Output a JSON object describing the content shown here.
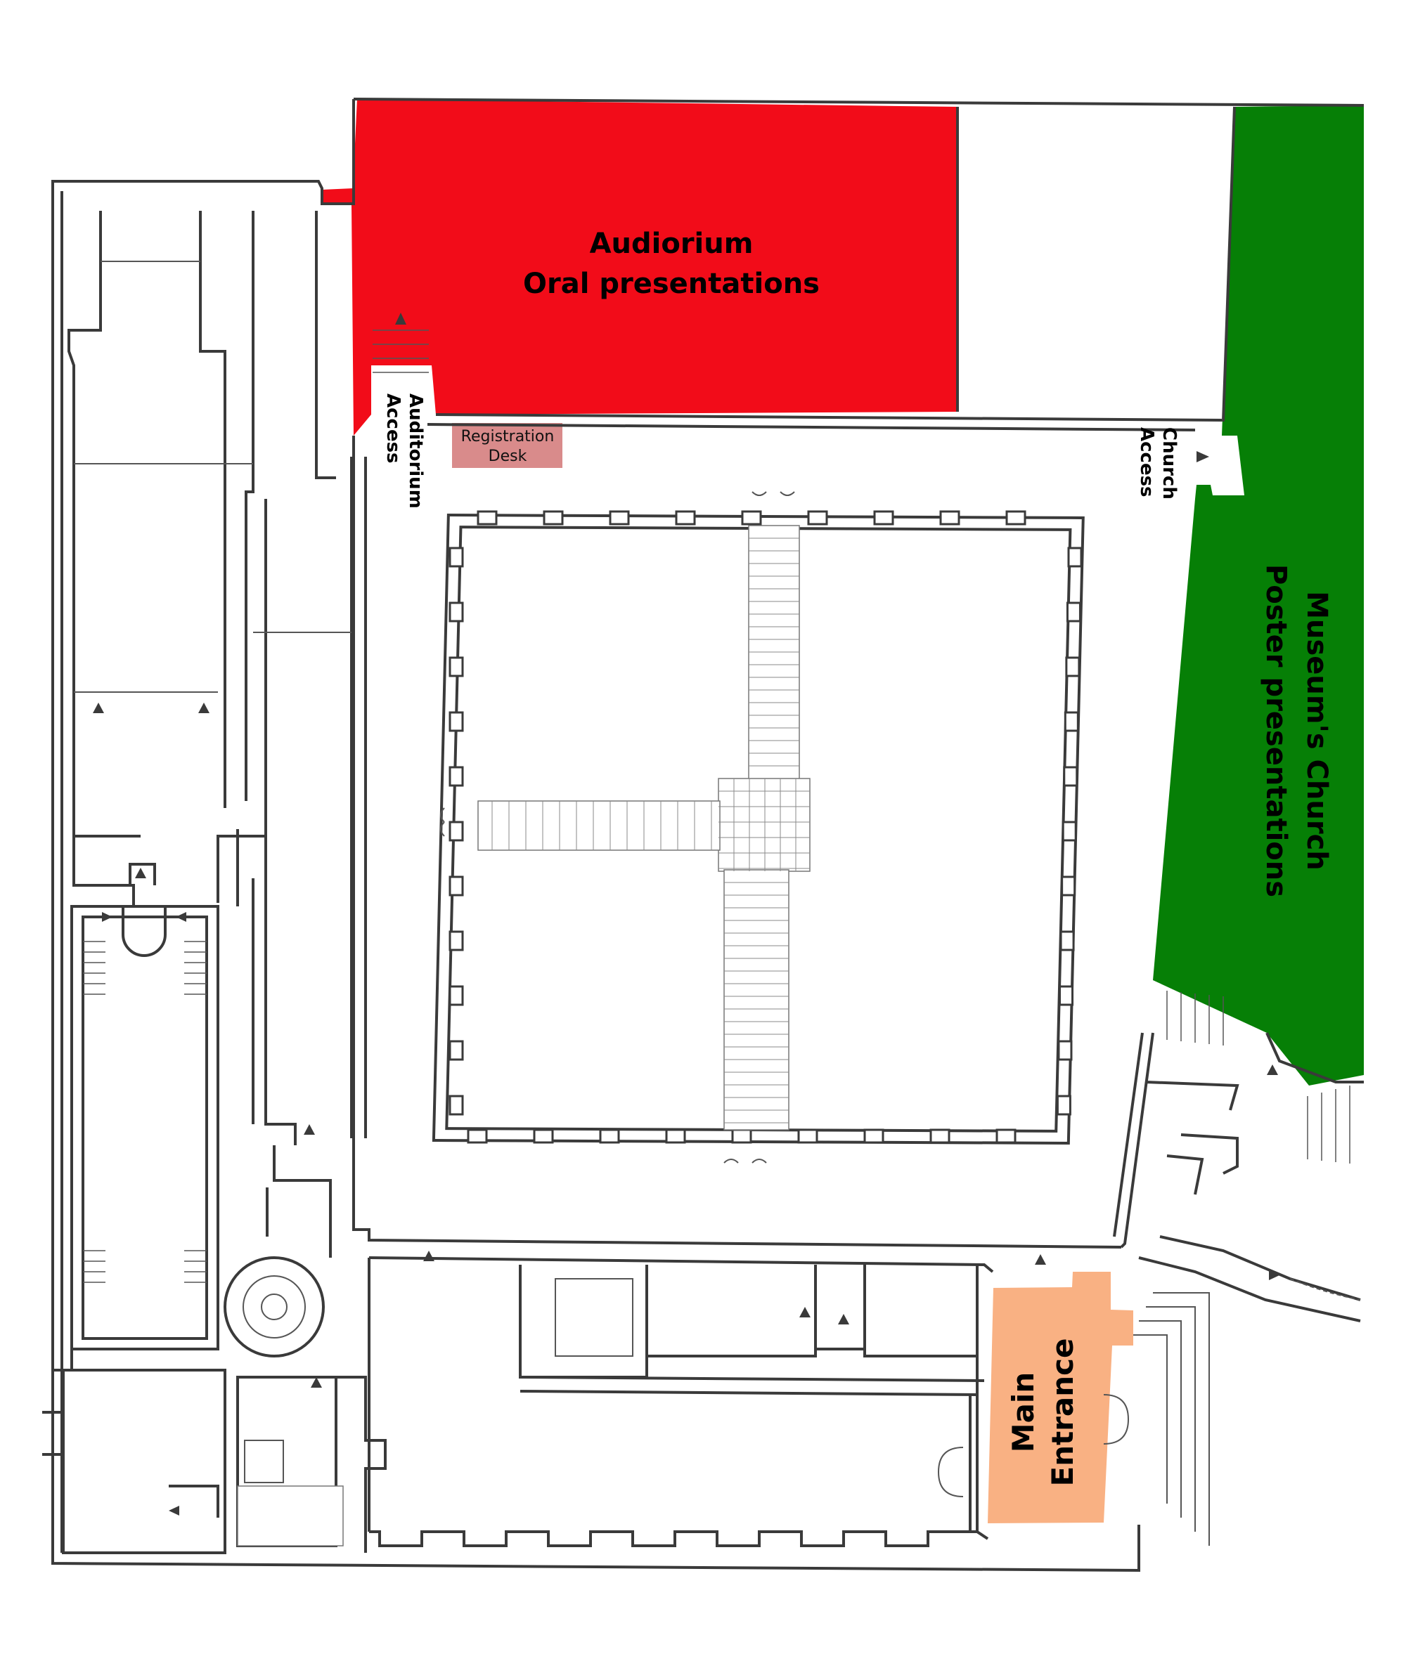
{
  "colors": {
    "auditorium": "#f20c19",
    "church": "#067f06",
    "entrance": "#f9b183",
    "registration": "#d98b8b"
  },
  "labels": {
    "auditorium_line1": "Audiorium",
    "auditorium_line2": "Oral presentations",
    "auditorium_access_line1": "Auditorium",
    "auditorium_access_line2": "Access",
    "registration_line1": "Registration",
    "registration_line2": "Desk",
    "church_access_line1": "Church",
    "church_access_line2": "Access",
    "church_line1": "Museum's Church",
    "church_line2": "Poster presentations",
    "entrance_line1": "Main",
    "entrance_line2": "Entrance"
  }
}
